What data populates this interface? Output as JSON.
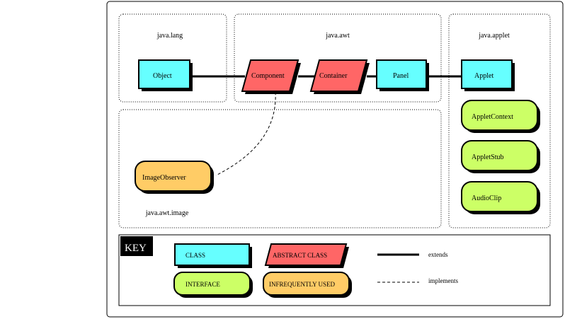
{
  "packages": {
    "java_lang": "java.lang",
    "java_awt": "java.awt",
    "java_applet": "java.applet",
    "java_awt_image": "java.awt.image"
  },
  "nodes": {
    "object": "Object",
    "component": "Component",
    "container": "Container",
    "panel": "Panel",
    "applet": "Applet",
    "applet_context": "AppletContext",
    "applet_stub": "AppletStub",
    "audio_clip": "AudioClip",
    "image_observer": "ImageObserver"
  },
  "key": {
    "title": "KEY",
    "class": "CLASS",
    "abstract_class": "ABSTRACT CLASS",
    "interface": "INTERFACE",
    "infrequently_used": "INFREQUENTLY USED",
    "extends": "extends",
    "implements": "implements"
  },
  "colors": {
    "class": "#66ffff",
    "abstract_class": "#ff6666",
    "interface": "#ccff66",
    "infrequently_used": "#ffcc66",
    "shadow": "#000000",
    "key_title_bg": "#000000"
  }
}
